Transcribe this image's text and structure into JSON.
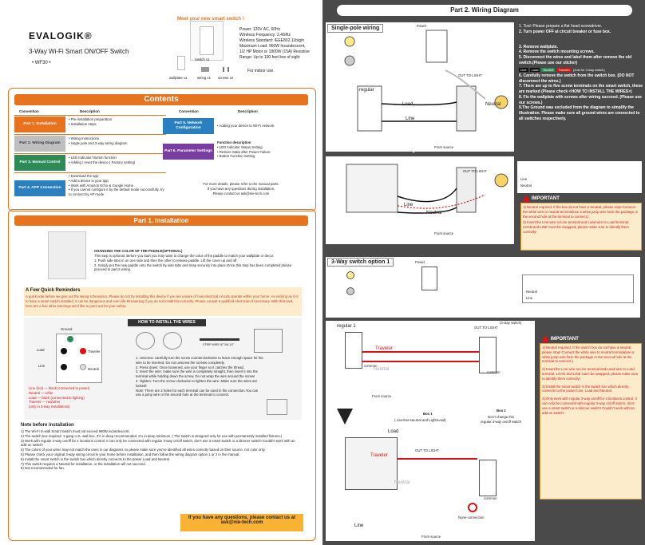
{
  "header": {
    "tagline": "Meet your new smart switch !",
    "logo": "EVALOGIK®",
    "product_title": "3-Way Wi-Fi Smart ON/OFF Switch",
    "model": "• WF30 •",
    "specs": [
      "Power: 120V AC, 60Hz",
      "Wireless Frequency: 2.4GHz",
      "Wireless Standard: IEEE802.11b/g/n",
      "Maximum Load: 960W Incandescent,",
      "1/2 HP Motor or 1800W (15A) Resistive",
      "Range: Up to 100 feet line of sight"
    ],
    "indoor": "For indoor use.",
    "kit": {
      "switch": "Switch x1",
      "wallplate": "wallplate x1",
      "wiring": "wiring x1",
      "screws": "screws x2"
    }
  },
  "contents": {
    "title": "Contents",
    "col_convention": "Convention",
    "col_description": "Description",
    "rows_left": [
      {
        "chip": "Part 1.\nInstallation",
        "items": [
          "• Pre-installation preparation",
          "• Installation steps"
        ]
      },
      {
        "chip": "Part 2.\nWiring Diagram",
        "items": [
          "• Wiring Instructions",
          "• single pole and 3-way wiring diagram"
        ]
      },
      {
        "chip": "Part 3.\nManual Control",
        "items": [
          "• LED Indicator/ Button function",
          "• Adding / reset the device ( Factory setting)"
        ]
      },
      {
        "chip": "Part 4.\nAPP Connection",
        "items": [
          "• Download the app",
          "• Add a device in your app",
          "• Work with Amazon Echo & Google Home",
          "• If you cannot configure it by the default mode successfully, try to connect by AP mode."
        ]
      }
    ],
    "rows_right": [
      {
        "chip": "Part 5.\nNetwork Configuration",
        "items": [
          "• Adding your device to Wi-Fi network"
        ]
      },
      {
        "chip": "Part 6.\nParameter Settings",
        "items": [
          "Function description",
          "• LED Indicator Status Setting",
          "• Restore State after Power Failure",
          "• Button Function Setting"
        ]
      }
    ],
    "more": [
      "For more details, please refer to the manual parts.",
      "If you have any questions during installation,",
      "Please contact us ask@nie-tech.com"
    ]
  },
  "part1": {
    "title": "Part 1. Installation",
    "paddle_title": "CHANGING THE COLOR OF THE PADDLE(OPTIONAL)",
    "paddle_text": [
      "This step is optional. Before you start you may want to change the color of the paddle to match your wallplate or decor.",
      "1. Push side tabs in on one side and then the other to release paddle. Lift the cover up and off.",
      "2. Simply put the new paddle onto the switch by side tabs and snap securely into place.Once this step has been completed please proceed to part 2 wiring."
    ],
    "reminder_title": "A Few Quick Reminders",
    "reminder_text": "A quick note before we give out the wiring schematics. Please do not try installing this device if you are unsure of how electrical circuits operate within your home. As exciting as it is to have a smart switch installed, it can be dangerous and even life-threatening if you do not install this correctly. Please consult a qualified electrician if necessary. With that said, here are a few other warnings we'd like to point out for your safety:",
    "howto_title": "HOW TO INSTALL THE WIRES",
    "strip_label": "STRIP WIRE AT 3/8-1/2\"",
    "terminals": {
      "ground": "Ground",
      "load": "Load",
      "traveler": "Traveler",
      "line": "Line",
      "neutral": "Neutral"
    },
    "legend": [
      "Line (hot) — black (connected to power)",
      "Neutral — white",
      "Load — black (connected to lighting)",
      "Traveler — red/other",
      "(only in 3-way installations)"
    ],
    "howto_steps": [
      "1. Unscrew: carefully turn the screw counterclockwise to leave enough space for the wire to be inserted. Do not unscrew the screws completely.",
      "2. Press down: Once loosened, use your finger so it catches the thread.",
      "3. Insert the wire: make sure the wire is completely straight, then insert it into the terminal while holding down the screw. Do not wrap the wire around the screw!",
      "4. Tighten: Turn the screw clockwise to tighten the wire. Make sure the wires are locked!",
      "Note: There are 2 holes for each terminal can be used in the connection.You can use a jump wire or the second hole at the terminal to connect."
    ],
    "note_title": "Note before installation",
    "notes": [
      "1) The Wi-Fi In-wall Smart Switch must not exceed 960W incandescent.",
      "2) The switch box required: 1-gang U.S. wall box. 3½ in deep recommended, 2¼ in deep minimum. ( The switch is designed only for use with permanently installed fixtures.)",
      "3) Work with regular 3-way on/off for 2 locations control. It can only be connected with regular 3-way on/off switch, don't use a smart switch or a dimmer switch! Couldn't work with an add-on switch!",
      "4) The colors of your wires may not match the ones in our diagrams so please make sure you've identified all wires correctly based on their source, not color only.",
      "5) Please check your original 3-way wiring circuit in your home before installation, and then follow the wiring diagram option 1 or 2 in the manual.",
      "6) Install the smart switch in the switch box which directly connects to the power Load and Neutral.",
      "7) This switch requires a Neutral for installation, or the installation will not succeed.",
      "8) Not recommended for fan."
    ],
    "ask": [
      "If you have any questions, please contact us at",
      "ask@nie-tech.com"
    ]
  },
  "part2": {
    "title": "Part 2. Wiring Diagram",
    "single_pole": "Single-pole  wiring",
    "power": "Power",
    "out_to_light": "OUT TO LIGHT",
    "regular": "regular",
    "load": "Load",
    "line": "Line",
    "neutral": "Neutral",
    "from_source": "From source",
    "steps": [
      "1. Tool: Please prepare a flat head screwdriver.",
      "2. Turn power OFF at  circuit breaker or fuse box.",
      "3. Remove wallplate.",
      "4. Remove the switch mounting screws.",
      "5. Disconnect the wires and label them after remove the old switch.(Please use our sticker)",
      "6. Carefully remove the switch from the switch box. (DO NOT disconnect the wires.)",
      "7. There are up to five screw terminals on the smart switch, these are marked (Please check <HOW TO INSTALL THE WIRES>)",
      "8. Fix the wallplate with screws after wiring succeed. (Please use our screws.)",
      "9.The Ground was excluded from the diagram to simplify the illustration. Please make sure all ground wires are connected to all switches respectively."
    ],
    "stickers": [
      "Line",
      "Load",
      "Neutral",
      "Traveler"
    ],
    "sticker_note": "(Just for 3-way switch)",
    "important": "IMPORTANT",
    "important1": [
      "1) Neutral required. If the box do not have a Neutral, please stop! Connect the white wire to neutral terminal(use a white jump wire form the package or the second hole at the terminal to connect.)",
      "2) Insert the Line wire to Line terminal and Load wire to Load terminal.  LOAD and LINE Can't be swapped, please make sure to identify them correctly!"
    ],
    "option1": "3-Way switch option 1",
    "regular1": "regular 1",
    "three_way": "(3-way switch)",
    "traveler": "Traveler",
    "common": "common",
    "box1": "Box 1",
    "box1_sub": "( Line/Hot Neutral  and Light/Load)",
    "box2": "Box 2",
    "box2_sub": [
      "Don't change this",
      "regular 3-way on/off switch"
    ],
    "none_connection": "None-connection",
    "important2": [
      "1) Neutral required. If the switch box do not have a Neutral, please stop! Connect the white wire to neutral terminal(use a white jump wire form the package or the second hole at the terminal to connect.)",
      "2) Insert the Line wire to Line terminal and Load wire to Load terminal. LOAD and LINE Can't be swapped, please make sure to identify them correctly!",
      "3) Install the smart switch in the switch box which directly connects to the power Line, Load and Neutral.",
      "4) Only work with regular 3-way on/off for 2 locations control. It can only be connected with regular 3-way on/off switch, don't use a smart switch or a dimmer switch! Couldn't work with an add-on switch!"
    ]
  },
  "colors": {
    "orange": "#e8731f",
    "dark": "#4a4a4a",
    "red": "#d11111",
    "cream": "#fdeccc"
  }
}
